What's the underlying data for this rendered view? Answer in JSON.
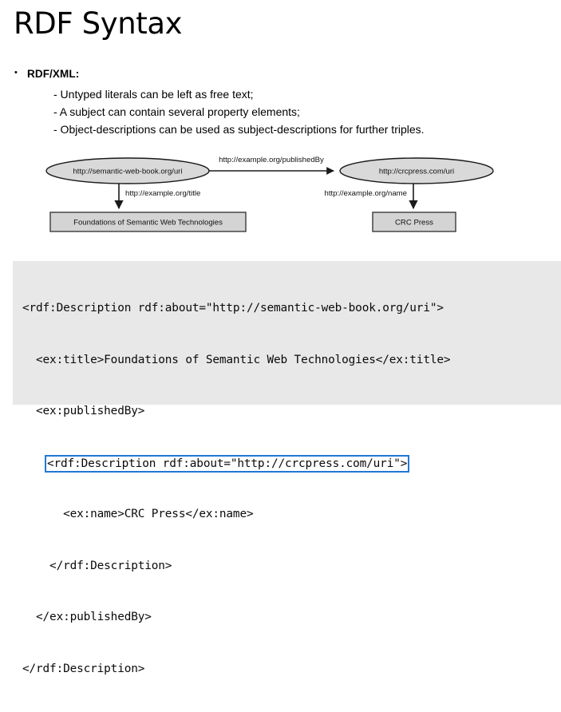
{
  "slide": {
    "title": "RDF Syntax"
  },
  "bullets": {
    "marker": "•",
    "main_label": "RDF/XML:",
    "sub_items": [
      "- Untyped literals can be left as free text;",
      "- A subject can contain several property elements;",
      "- Object-descriptions can be used as subject-descriptions for further triples."
    ]
  },
  "diagram": {
    "nodes": {
      "subject_ellipse": "http://semantic-web-book.org/uri",
      "object_ellipse": "http://crcpress.com/uri",
      "title_literal": "Foundations of Semantic Web Technologies",
      "name_literal": "CRC Press"
    },
    "edges": {
      "published_by": "http://example.org/publishedBy",
      "title": "http://example.org/title",
      "name": "http://example.org/name"
    },
    "colors": {
      "ellipse_fill": "#d9d9d9",
      "rect_fill": "#d4d4d4",
      "stroke": "#000000"
    }
  },
  "code": {
    "background": "#e8e8e8",
    "highlight_border": "#2277d4",
    "lines": [
      {
        "text": "<rdf:Description rdf:about=\"http://semantic-web-book.org/uri\">",
        "highlighted": false
      },
      {
        "text": "  <ex:title>Foundations of Semantic Web Technologies</ex:title>",
        "highlighted": false
      },
      {
        "text": "  <ex:publishedBy>",
        "highlighted": false
      },
      {
        "text": "<rdf:Description rdf:about=\"http://crcpress.com/uri\">",
        "highlighted": true
      },
      {
        "text": "      <ex:name>CRC Press</ex:name>",
        "highlighted": false
      },
      {
        "text": "    </rdf:Description>",
        "highlighted": false
      },
      {
        "text": "  </ex:publishedBy>",
        "highlighted": false
      },
      {
        "text": "</rdf:Description>",
        "highlighted": false
      }
    ]
  }
}
